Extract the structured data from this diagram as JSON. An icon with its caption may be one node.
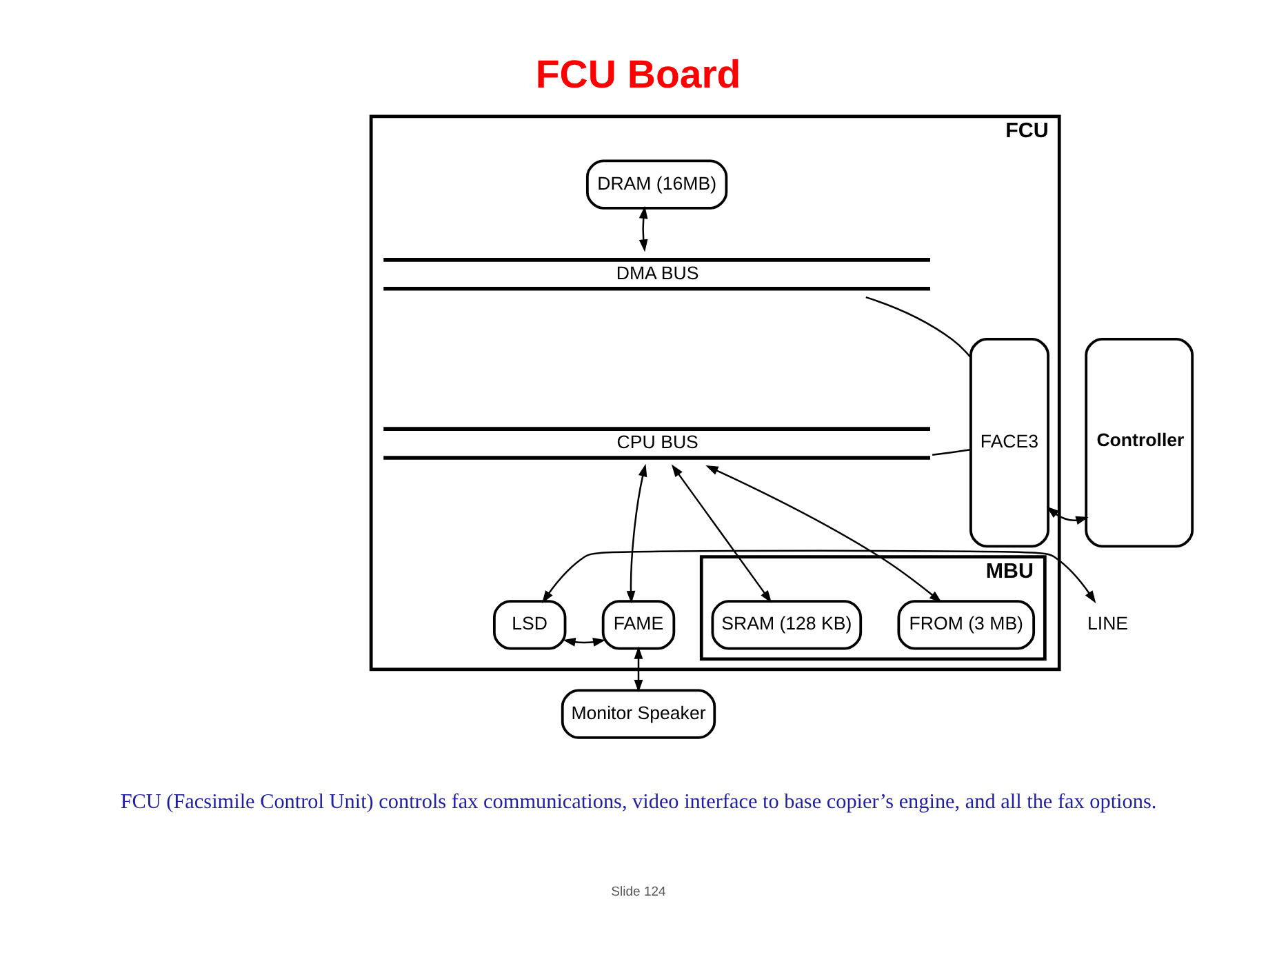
{
  "diagram": {
    "title": "FCU Board",
    "caption": "FCU (Facsimile Control Unit) controls fax communications, video interface to base copier’s engine, and all the fax options.",
    "nodes": [
      {
        "text": [
          "FCU"
        ]
      },
      {
        "text": [
          "DRAM (16MB)"
        ],
        "in": 0
      },
      {
        "text": [
          "DMA BUS"
        ],
        "in": 0
      },
      {
        "text": [
          "CPU BUS"
        ],
        "in": 0
      },
      {
        "text": [
          "FACE3"
        ],
        "in": 0
      },
      {
        "text": [
          "Controller"
        ]
      },
      {
        "text": [
          "MBU"
        ],
        "in": 0
      },
      {
        "text": [
          "SRAM (128 KB)"
        ],
        "in": 6
      },
      {
        "text": [
          "FROM (3 MB)"
        ],
        "in": 6
      },
      {
        "text": [
          "LSD"
        ],
        "in": 0
      },
      {
        "text": [
          "FAME"
        ],
        "in": 0
      },
      {
        "text": [
          "LINE"
        ]
      },
      {
        "text": [
          "Monitor Speaker"
        ]
      }
    ],
    "edges": [
      {
        "from": 1,
        "to": 2,
        "arrow": "both"
      },
      {
        "from": 2,
        "to": 4,
        "arrow": "none"
      },
      {
        "from": 3,
        "to": 4,
        "arrow": "none"
      },
      {
        "from": 4,
        "to": 5,
        "arrow": "both"
      },
      {
        "from": 3,
        "to": 10,
        "arrow": "both"
      },
      {
        "from": 3,
        "to": 7,
        "arrow": "both"
      },
      {
        "from": 3,
        "to": 8,
        "arrow": "both"
      },
      {
        "from": 11,
        "to": 9,
        "arrow": "both"
      },
      {
        "from": 9,
        "to": 10,
        "arrow": "both"
      },
      {
        "from": 10,
        "to": 12,
        "arrow": "both"
      }
    ],
    "labels": [
      "Slide 124"
    ]
  }
}
